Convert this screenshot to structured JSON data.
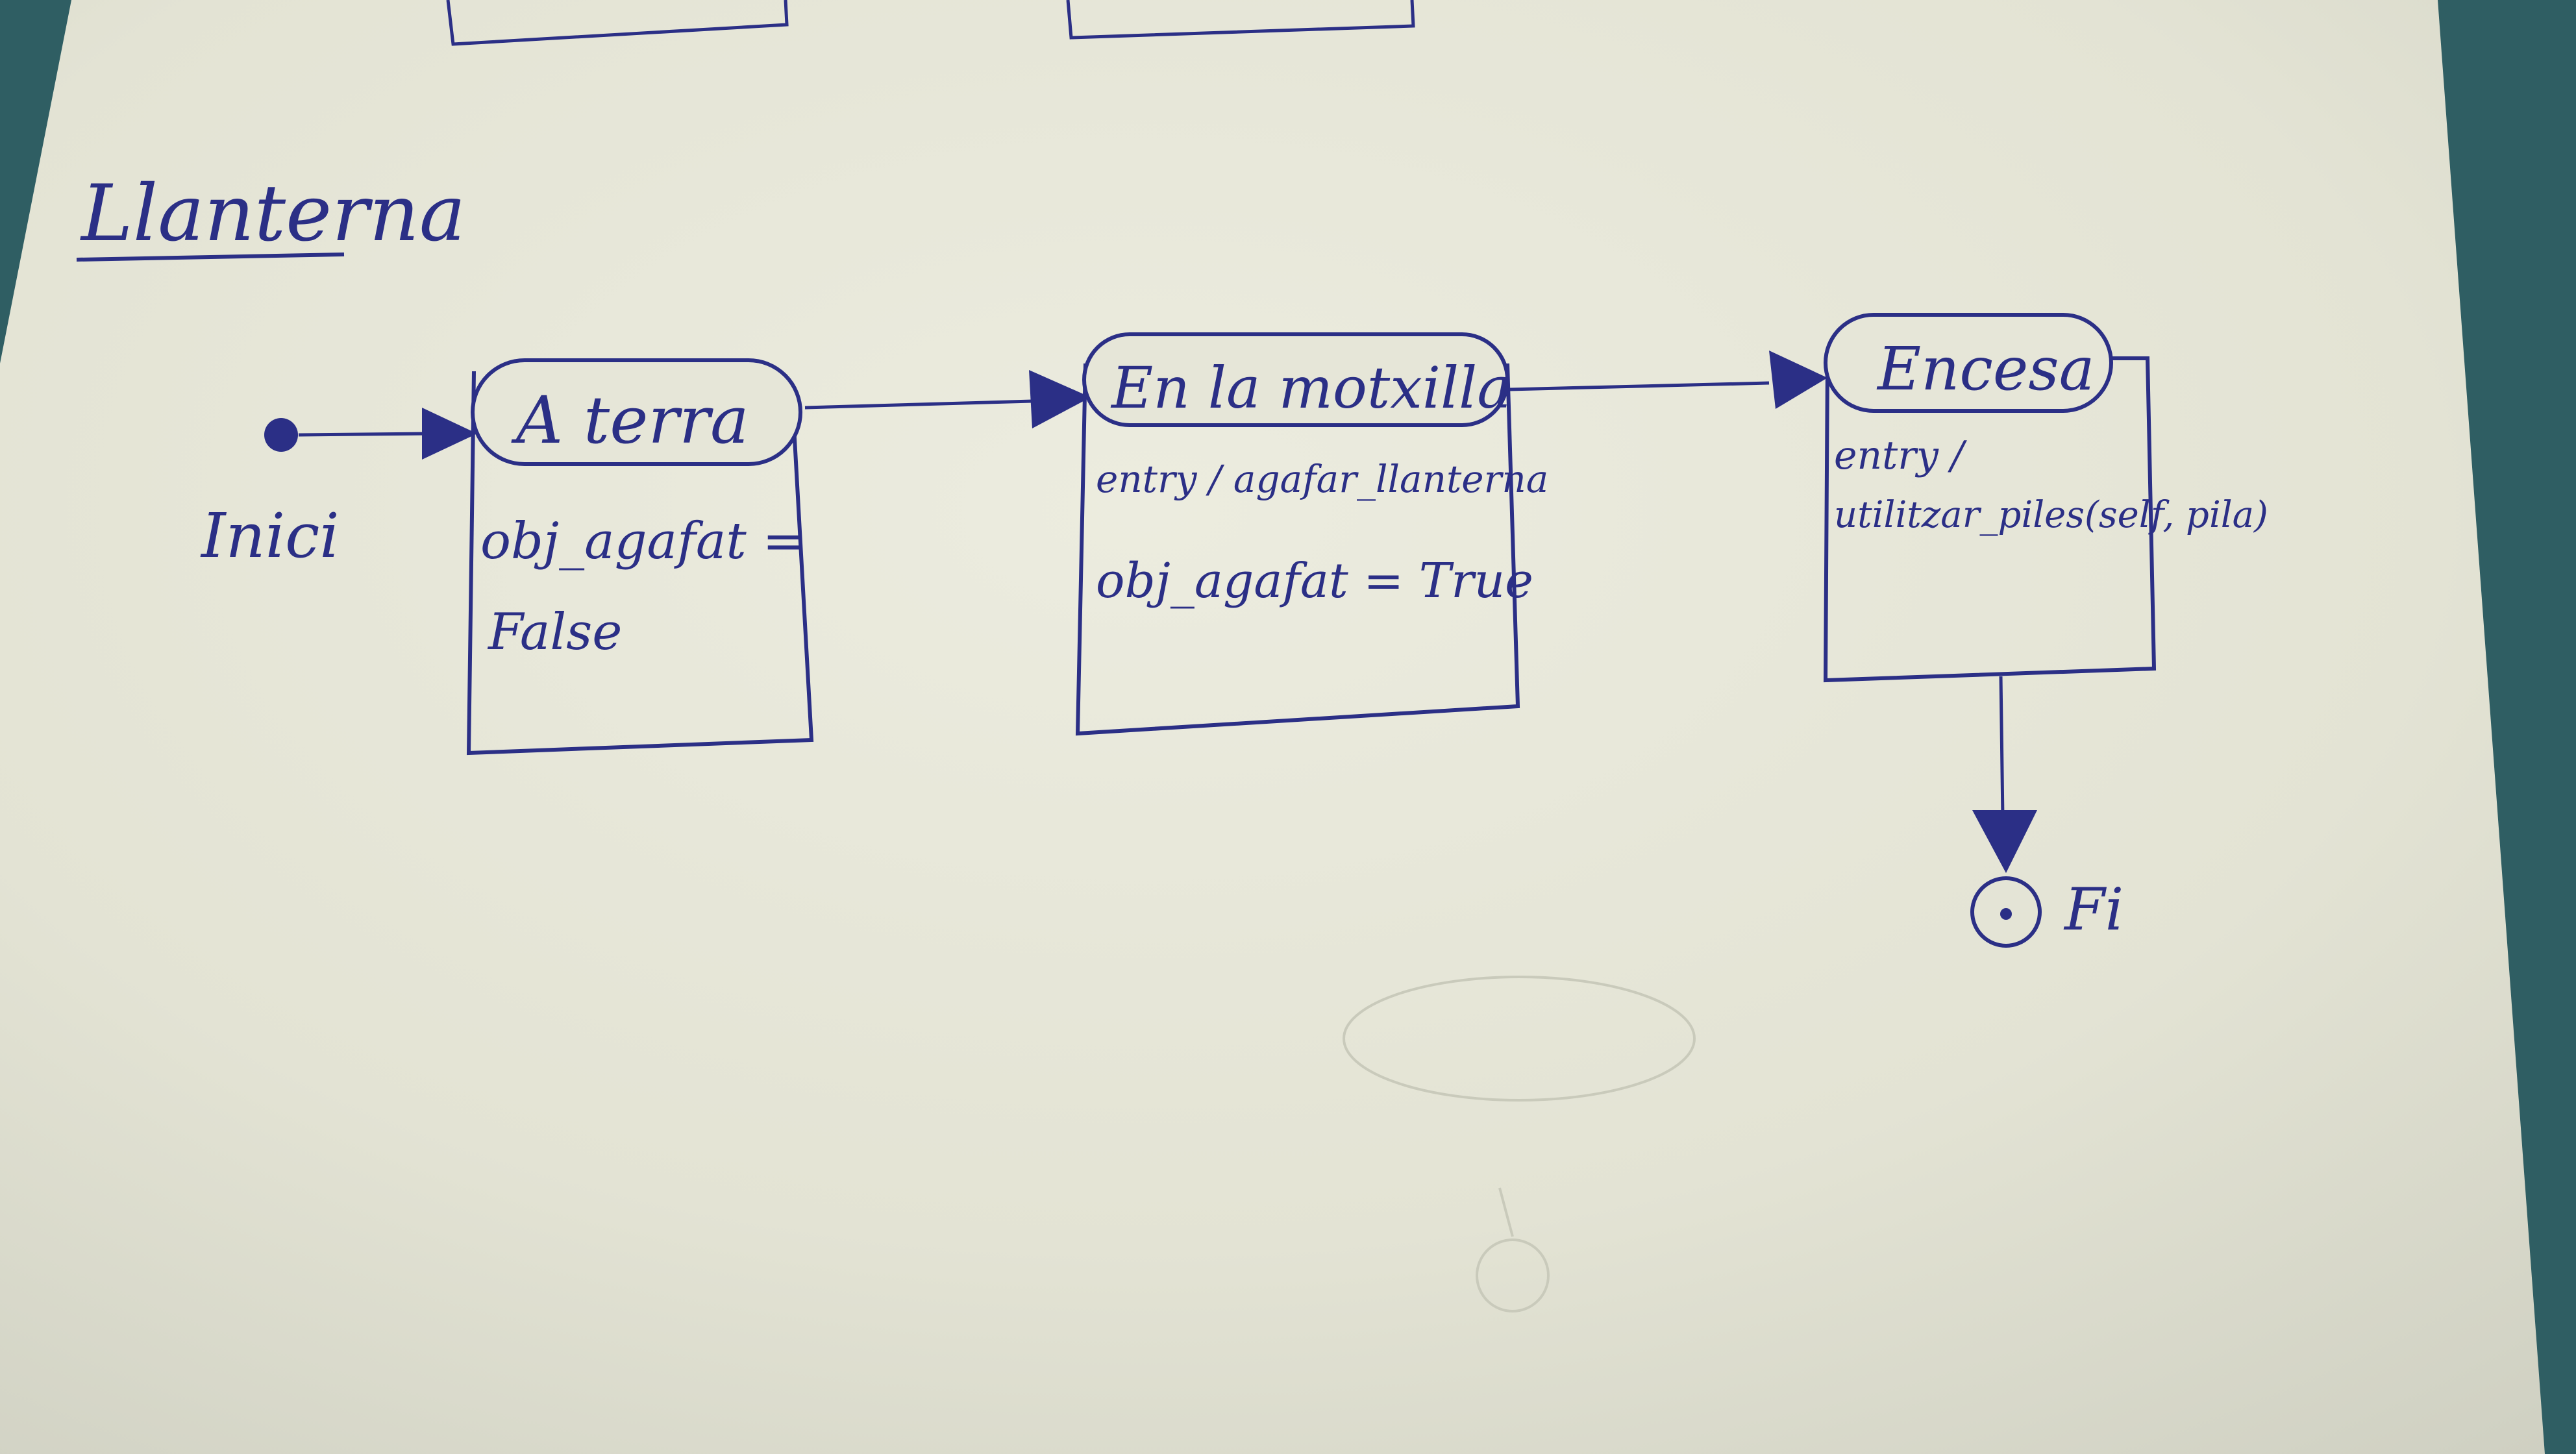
{
  "diagram": {
    "title": "Llanterna",
    "initial_label": "Inici",
    "final_label": "Fi",
    "states": [
      {
        "name": "A terra",
        "lines": [
          "obj_agafat =",
          "False"
        ]
      },
      {
        "name": "En la motxilla",
        "lines": [
          "entry / agafar_llanterna",
          "obj_agafat = True"
        ]
      },
      {
        "name": "Encesa",
        "lines": [
          "entry /",
          "utilitzar_piles(self, pila)"
        ]
      }
    ]
  },
  "colors": {
    "ink": "#2b2f86",
    "paper": "#e6e6d8",
    "background": "#2f5e63"
  }
}
